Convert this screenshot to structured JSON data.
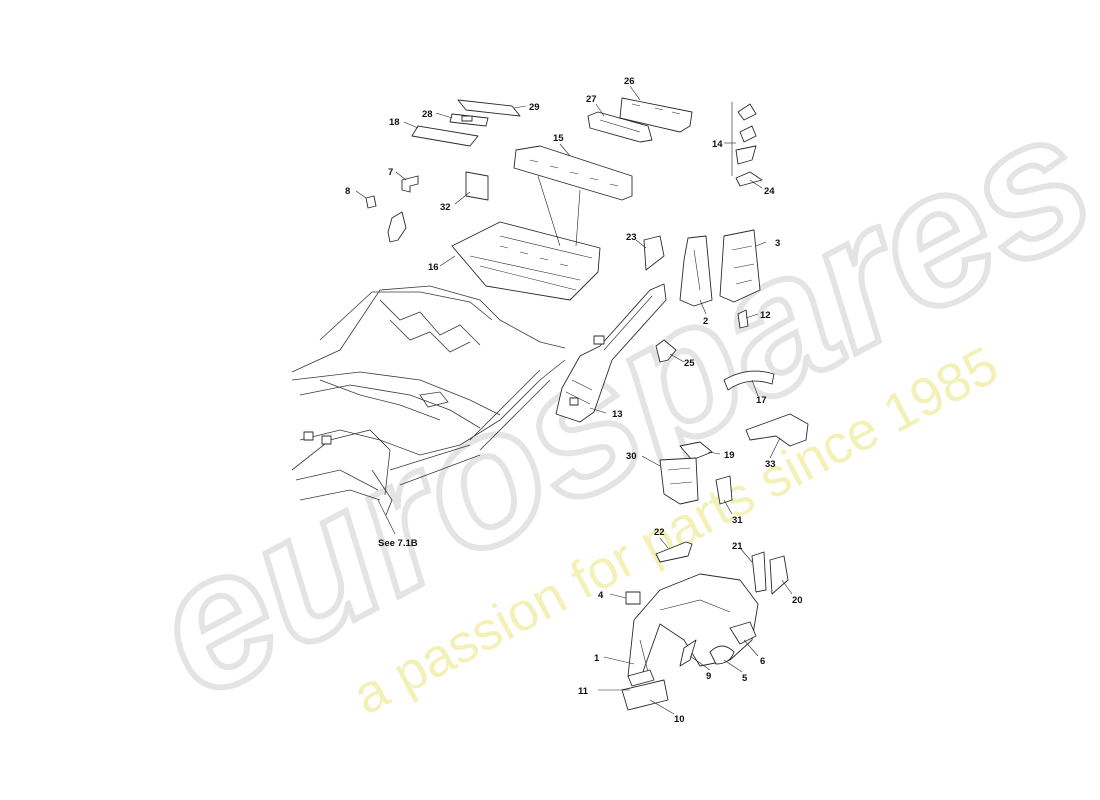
{
  "watermark": {
    "brand": "eurospares",
    "tagline": "a passion for parts since 1985"
  },
  "reference_note": "See 7.1B",
  "callouts": {
    "c1": "1",
    "c2": "2",
    "c3": "3",
    "c4": "4",
    "c5": "5",
    "c6": "6",
    "c7": "7",
    "c8": "8",
    "c9": "9",
    "c10": "10",
    "c11": "11",
    "c12": "12",
    "c13": "13",
    "c14": "14",
    "c15": "15",
    "c16": "16",
    "c17": "17",
    "c18": "18",
    "c19": "19",
    "c20": "20",
    "c21": "21",
    "c22": "22",
    "c23": "23",
    "c24": "24",
    "c25": "25",
    "c26": "26",
    "c27": "27",
    "c28": "28",
    "c29": "29",
    "c30": "30",
    "c31": "31",
    "c32": "32",
    "c33": "33"
  }
}
